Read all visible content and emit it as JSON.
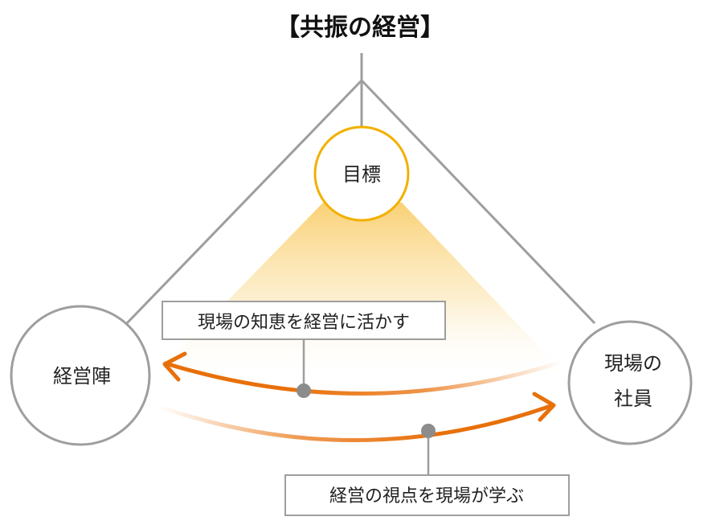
{
  "title": "【共振の経営】",
  "nodes": {
    "goal": "目標",
    "management": "経営陣",
    "frontline_line1": "現場の",
    "frontline_line2": "社員"
  },
  "flows": {
    "upper": "現場の知恵を経営に活かす",
    "lower": "経営の視点を現場が学ぶ"
  },
  "colors": {
    "line_gray": "#9e9e9e",
    "goal_ring": "#f2b000",
    "arrow_orange": "#e8700a",
    "beam": "#f9d27a",
    "dot_gray": "#8c8c8c"
  }
}
